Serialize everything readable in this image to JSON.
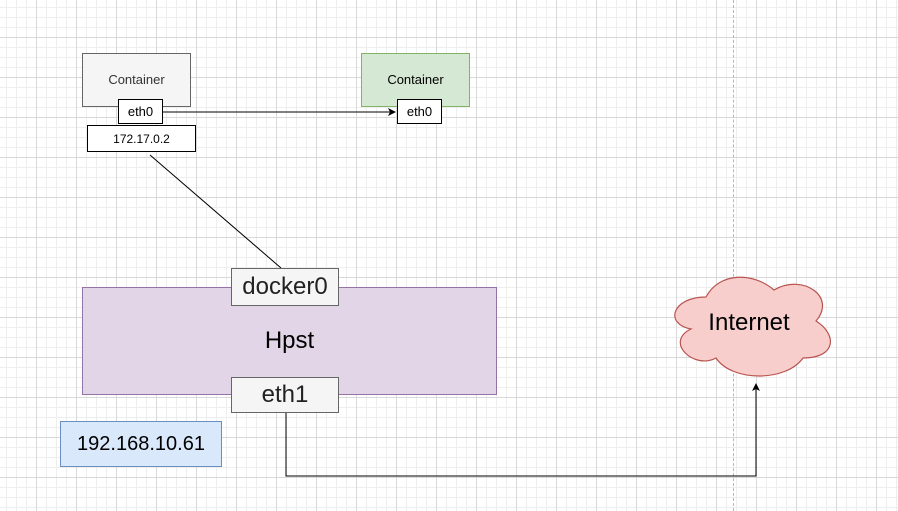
{
  "nodes": {
    "container_left": {
      "label": "Container",
      "iface": "eth0",
      "ip": "172.17.0.2"
    },
    "container_right": {
      "label": "Container",
      "iface": "eth0"
    },
    "host": {
      "label": "Hpst",
      "bridge": "docker0",
      "iface": "eth1",
      "ip": "192.168.10.61"
    },
    "internet": {
      "label": "Internet"
    }
  },
  "colors": {
    "container_left_fill": "#f5f5f5",
    "container_left_stroke": "#666666",
    "container_right_fill": "#d5e8d4",
    "container_right_stroke": "#82b366",
    "host_fill": "#e1d5e7",
    "host_stroke": "#9673a6",
    "ip_fill": "#dae8fc",
    "ip_stroke": "#6c8ebf",
    "cloud_fill": "#f8cecc",
    "cloud_stroke": "#b85450"
  }
}
